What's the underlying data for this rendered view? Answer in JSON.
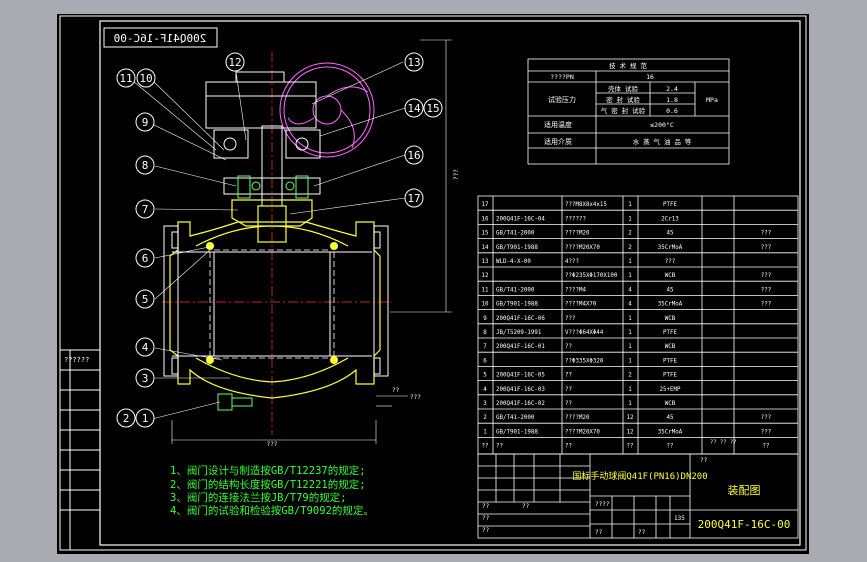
{
  "drawing": {
    "code_stamp": "200Q41F-16C-00",
    "callouts": [
      "1",
      "2",
      "3",
      "4",
      "5",
      "6",
      "7",
      "8",
      "9",
      "10",
      "11",
      "12",
      "13",
      "14",
      "15",
      "16",
      "17"
    ],
    "dim_labels": [
      "???",
      "???",
      "??",
      "???"
    ]
  },
  "notes": [
    "1、阀门设计与制造按GB/T12237的规定;",
    "2、阀门的结构长度按GB/T12221的规定;",
    "3、阀门的连接法兰按JB/T79的规定;",
    "4、阀门的试验和检验按GB/T9092的规定。"
  ],
  "spec_table": {
    "title": "技 术 规 范",
    "pn_label": "????PN",
    "pn_value": "16",
    "test_label": "试验压力",
    "tests": [
      {
        "name": "壳体 试验",
        "value": "2.4"
      },
      {
        "name": "密 封 试验",
        "value": "1.8"
      },
      {
        "name": "气 密 封 试验",
        "value": "0.6"
      }
    ],
    "unit": "MPa",
    "temp_label": "适用温度",
    "temp_value": "≤200°C",
    "medium_label": "适用介质",
    "medium_value": "水 蒸 气 油 品 等"
  },
  "parts_table": {
    "rows": [
      {
        "no": "17",
        "code": "",
        "name": "???M8X8x4x15",
        "qty": "1",
        "mat": "PTFE",
        "note": ""
      },
      {
        "no": "16",
        "code": "200Q41F-16C-04",
        "name": "??????",
        "qty": "1",
        "mat": "2Cr13",
        "note": ""
      },
      {
        "no": "15",
        "code": "GB/T41-2000",
        "name": "????M20",
        "qty": "2",
        "mat": "45",
        "note": "???"
      },
      {
        "no": "14",
        "code": "GB/T901-1988",
        "name": "????M20X70",
        "qty": "2",
        "mat": "35CrMoA",
        "note": "???"
      },
      {
        "no": "13",
        "code": "WLD-4-X-00",
        "name": "4???",
        "qty": "1",
        "mat": "???",
        "note": ""
      },
      {
        "no": "12",
        "code": "",
        "name": "??Φ235XΦ170X100",
        "qty": "1",
        "mat": "WCB",
        "note": "???"
      },
      {
        "no": "11",
        "code": "GB/T41-2000",
        "name": "????M4",
        "qty": "4",
        "mat": "45",
        "note": "???"
      },
      {
        "no": "10",
        "code": "GB/T901-1988",
        "name": "????M4X70",
        "qty": "4",
        "mat": "35CrMoA",
        "note": "???"
      },
      {
        "no": "9",
        "code": "200Q41F-16C-06",
        "name": "???",
        "qty": "1",
        "mat": "WCB",
        "note": ""
      },
      {
        "no": "8",
        "code": "JB/T5209-1991",
        "name": "V???Φ64XΦ44",
        "qty": "1",
        "mat": "PTFE",
        "note": ""
      },
      {
        "no": "7",
        "code": "200Q41F-16C-01",
        "name": "??",
        "qty": "1",
        "mat": "WCB",
        "note": ""
      },
      {
        "no": "6",
        "code": "",
        "name": "??Φ335XΦ320",
        "qty": "1",
        "mat": "PTFE",
        "note": ""
      },
      {
        "no": "5",
        "code": "200Q41F-16C-05",
        "name": "??",
        "qty": "2",
        "mat": "PTFE",
        "note": ""
      },
      {
        "no": "4",
        "code": "200Q41F-16C-03",
        "name": "??",
        "qty": "1",
        "mat": "25+EMP",
        "note": ""
      },
      {
        "no": "3",
        "code": "200Q41F-16C-02",
        "name": "??",
        "qty": "1",
        "mat": "WCB",
        "note": ""
      },
      {
        "no": "2",
        "code": "GB/T41-2000",
        "name": "????M20",
        "qty": "12",
        "mat": "45",
        "note": "???"
      },
      {
        "no": "1",
        "code": "GB/T901-1988",
        "name": "????M20X70",
        "qty": "12",
        "mat": "35CrMoA",
        "note": "???"
      }
    ],
    "header": {
      "no": "??",
      "code": "??",
      "name": "??",
      "qty": "??",
      "mat": "??",
      "note": "??"
    },
    "header_extra": [
      "??",
      "??",
      "??"
    ]
  },
  "title_block": {
    "product_name": "国标手动球阀Q41F(PN16)DN200",
    "drawing_type": "装配图",
    "drawing_no": "200Q41F-16C-00",
    "scale_label": "????",
    "scale_value": "135",
    "cells": [
      "??",
      "??",
      "??",
      "??",
      "??",
      "??",
      "??"
    ]
  },
  "left_strip": {
    "label": "??????"
  },
  "colors": {
    "background": "#000000",
    "frame": "#ffffff",
    "callout": "#ffffff",
    "body": "#ffff33",
    "centerline": "#ff3333",
    "handwheel": "#ff66ff",
    "notes": "#33ff33",
    "bolts": "#66ff66"
  }
}
